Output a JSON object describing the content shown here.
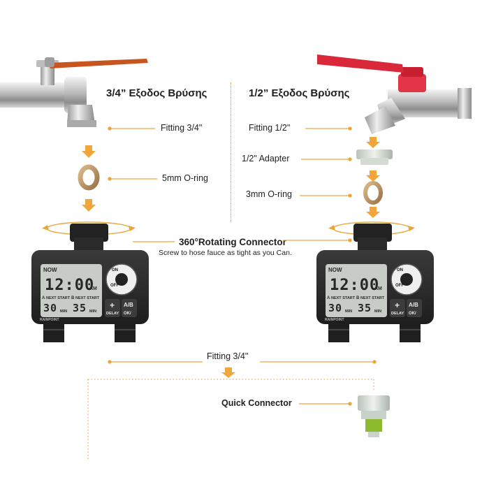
{
  "left": {
    "heading": "3/4” Εξοδος Βρύσης",
    "fitting_label": "Fitting 3/4\"",
    "oring_label": "5mm O-ring"
  },
  "right": {
    "heading": "1/2” Εξοδος Βρύσης",
    "fitting_label": "Fitting 1/2\"",
    "adapter_label": "1/2\" Adapter",
    "oring_label": "3mm O-ring"
  },
  "connector": {
    "title": "360°Rotating Connector",
    "subtitle": "Screw to hose fauce as tight as you Can."
  },
  "bottom": {
    "fitting_label": "Fitting 3/4\"",
    "quick_connector_label": "Quick Connector"
  },
  "timer": {
    "now": "NOW",
    "time": "12:00",
    "am": "AM",
    "next_start_a": "NEXT START",
    "next_start_b": "NEXT START",
    "zone_a": "A",
    "zone_b": "B",
    "value_a": "30",
    "value_b": "35",
    "unit_a": "MIN",
    "unit_b": "MIN",
    "plus": "+",
    "ab": "A/B",
    "delay": "DELAY",
    "ok": "OK/",
    "brand": "RAINPOINT",
    "dial_on": "ON",
    "dial_off": "OFF"
  },
  "colors": {
    "accent": "#e9a63a",
    "divider": "#d49a3b",
    "left_handle": "#c8551f",
    "right_handle": "#d9283a",
    "timer_body": "#2c2c2c",
    "lcd": "#c8ccc6"
  }
}
